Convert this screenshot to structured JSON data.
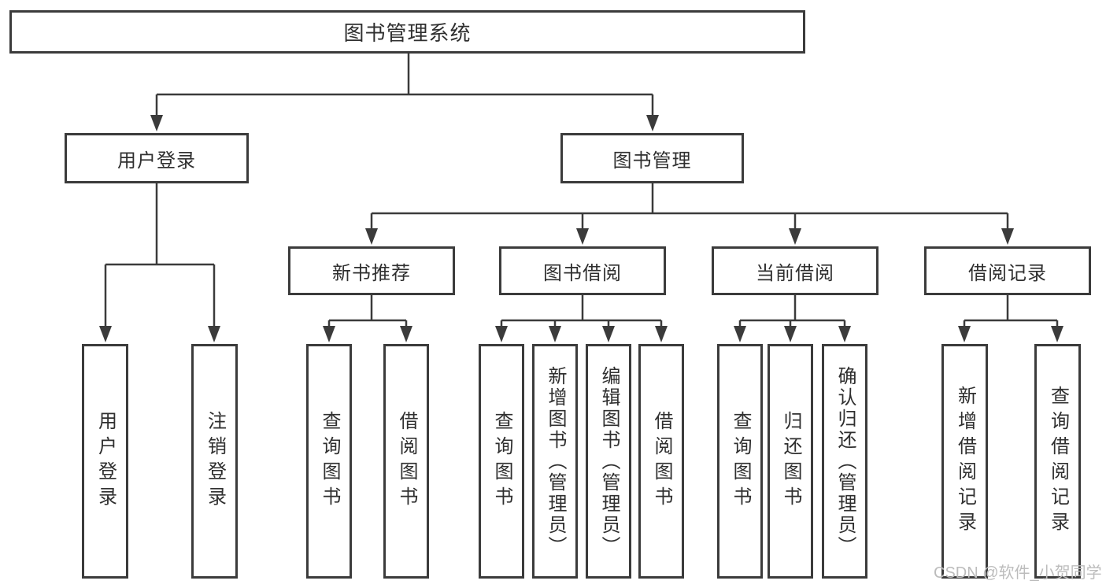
{
  "colors": {
    "line": "#3b3b3b",
    "box_border": "#3b3b3b",
    "box_background": "#ffffff",
    "text": "#2f2f2f",
    "watermark": "#bcbcbc"
  },
  "diagram": {
    "root": {
      "label": "图书管理系统"
    },
    "level2": [
      {
        "label": "用户登录"
      },
      {
        "label": "图书管理"
      }
    ],
    "level3": [
      {
        "label": "新书推荐"
      },
      {
        "label": "图书借阅"
      },
      {
        "label": "当前借阅"
      },
      {
        "label": "借阅记录"
      }
    ],
    "leaves": {
      "user_login": [
        {
          "label": "用户登录"
        },
        {
          "label": "注销登录"
        }
      ],
      "new_book_recommend": [
        {
          "label": "查询图书"
        },
        {
          "label": "借阅图书"
        }
      ],
      "book_borrow": [
        {
          "label": "查询图书"
        },
        {
          "label": "新增图书（管理员）"
        },
        {
          "label": "编辑图书（管理员）"
        },
        {
          "label": "借阅图书"
        }
      ],
      "current_borrow": [
        {
          "label": "查询图书"
        },
        {
          "label": "归还图书"
        },
        {
          "label": "确认归还（管理员）"
        }
      ],
      "borrow_records": [
        {
          "label": "新增借阅记录"
        },
        {
          "label": "查询借阅记录"
        }
      ]
    }
  },
  "watermark": {
    "text": "CSDN @软件_小贺同学"
  }
}
